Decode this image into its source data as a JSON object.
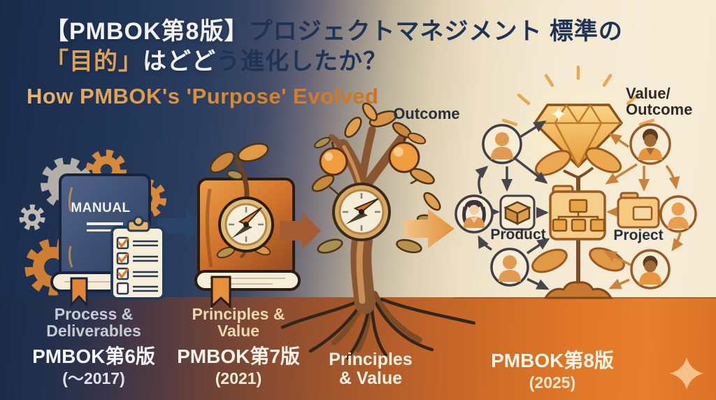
{
  "header": {
    "title_l1_bracket": "【PMBOK第8版】",
    "title_l1_rest": "プロジェクトマネジメント 標準の",
    "title_l2_gold": "「目的」",
    "title_l2_white": "はどど",
    "title_l2_navy": "う進化したか？",
    "subtitle": "How PMBOK's 'Purpose' Evolved"
  },
  "stage1": {
    "book_cover_text": "MANUAL",
    "concept_l1": "Process &",
    "concept_l2": "Deliverables",
    "version": "PMBOK第6版",
    "year": "(〜2017)",
    "icons": [
      "gear-icon",
      "manual-book-icon",
      "checklist-clipboard-icon",
      "arrow-right-icon"
    ]
  },
  "stage2": {
    "concept_l1": "Principles &",
    "concept_l2": "Value",
    "version": "PMBOK第7版",
    "year": "(2021)",
    "icons": [
      "compass-book-icon",
      "sprout-icon",
      "arrow-right-icon"
    ]
  },
  "stage3": {
    "top_label": "Outcome",
    "concept_l1": "Principles",
    "concept_l2": "& Value",
    "icons": [
      "growing-tree-icon",
      "compass-icon",
      "fruit-icon",
      "roots-icon",
      "arrow-right-icon"
    ]
  },
  "stage4": {
    "top_label_l1": "Value/",
    "top_label_l2": "Outcome",
    "product_label": "Product",
    "project_label": "Project",
    "version": "PMBOK第8版",
    "year": "(2025)",
    "icons": [
      "diamond-icon",
      "sprout-icon",
      "org-chart-folder-icon",
      "product-box-icon",
      "project-folder-icon",
      "person-icon",
      "network-arrows",
      "sparkle-icon"
    ]
  },
  "colors": {
    "navy_background": "#1e3252",
    "cream_background": "#f4ead3",
    "ground_orange": "#e0762a",
    "accent_orange": "#d98a35",
    "title_gold": "#dda157",
    "title_navy": "#1f3355"
  }
}
